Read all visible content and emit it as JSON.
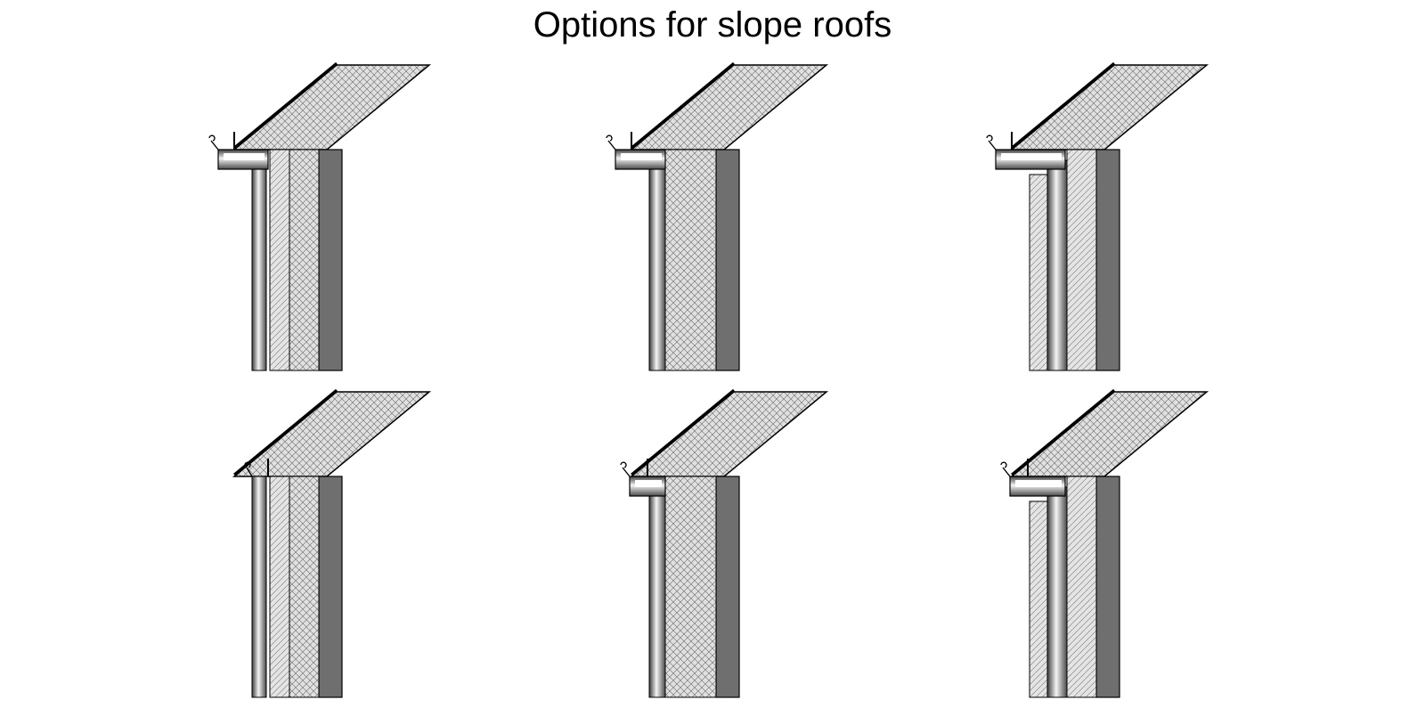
{
  "title": "Options for slope roofs",
  "colors": {
    "background": "#ffffff",
    "stroke": "#000000",
    "roof_fill": "#dddddd",
    "insulation_fill": "#e2e2e2",
    "hatch": "#555555",
    "wall_dark": "#6f6f6f",
    "pipe_light": "#f2f2f2",
    "pipe_dark": "#4a4a4a"
  },
  "details": [
    {
      "id": "option-1",
      "gutter": "wide",
      "inner_layers": "two-insulation"
    },
    {
      "id": "option-2",
      "gutter": "wide",
      "inner_layers": "pipe-insulation"
    },
    {
      "id": "option-3",
      "gutter": "wide",
      "inner_layers": "offset-pipe-insulation"
    },
    {
      "id": "option-4",
      "gutter": "none",
      "inner_layers": "two-insulation"
    },
    {
      "id": "option-5",
      "gutter": "narrow",
      "inner_layers": "pipe-insulation"
    },
    {
      "id": "option-6",
      "gutter": "narrow",
      "inner_layers": "offset-pipe-insulation"
    }
  ]
}
